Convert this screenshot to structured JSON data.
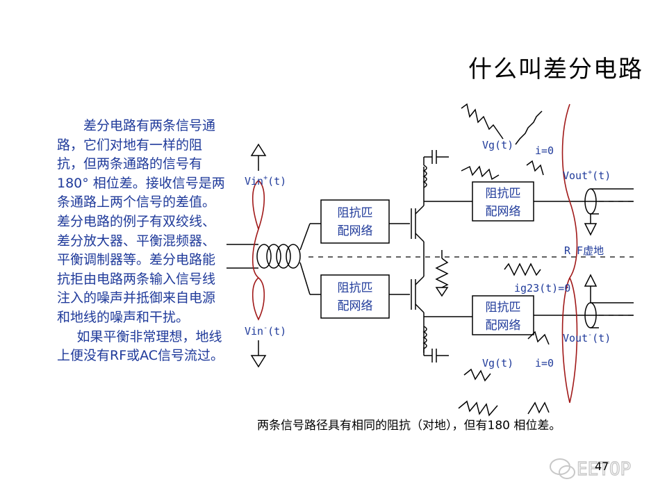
{
  "slide": {
    "title": "什么叫差分电路",
    "paragraphs": [
      "差分电路有两条信号通路，它们对地有一样的阻抗，但两条通路的信号有180° 相位差。接收信号是两条通路上两个信号的差值。差分电路的例子有双绞线、差分放大器、平衡混频器、平衡调制器等。差分电路能抗拒由电路两条输入信号线注入的噪声并抵御来自电源和地线的噪声和干扰。",
      "如果平衡非常理想，地线上便没有RF或AC信号流过。"
    ],
    "caption": "两条信号路径具有相同的阻抗（对地），但有180 相位差。",
    "page_number": "47",
    "watermark": "EETOP"
  },
  "diagram": {
    "labels": {
      "vin_plus": "Vin",
      "vin_plus_sup": "+",
      "vin_plus_tail": "(t)",
      "vin_minus": "Vin",
      "vin_minus_sup": "-",
      "vin_minus_tail": "(t)",
      "vg_top": "Vg(t)",
      "i_top": "i=0",
      "vg_bottom": "Vg(t)",
      "i_bottom": "i=0",
      "vout_plus": "Vout",
      "vout_plus_sup": "+",
      "vout_plus_tail": "(t)",
      "vout_minus": "Vout",
      "vout_minus_sup": "-",
      "vout_minus_tail": "(t)",
      "rf_ground": "R F虚地",
      "ig23": "ig23(t)=0"
    },
    "blocks": {
      "left_top": [
        "阻抗匹",
        "配网络"
      ],
      "left_bottom": [
        "阻抗匹",
        "配网络"
      ],
      "right_top": [
        "阻抗匹",
        "配网络"
      ],
      "right_bottom": [
        "阻抗匹",
        "配网络"
      ]
    },
    "colors": {
      "line": "#000000",
      "sine": "#a01818",
      "text": "#1f3a9a",
      "ground_dash": "#000000"
    }
  }
}
